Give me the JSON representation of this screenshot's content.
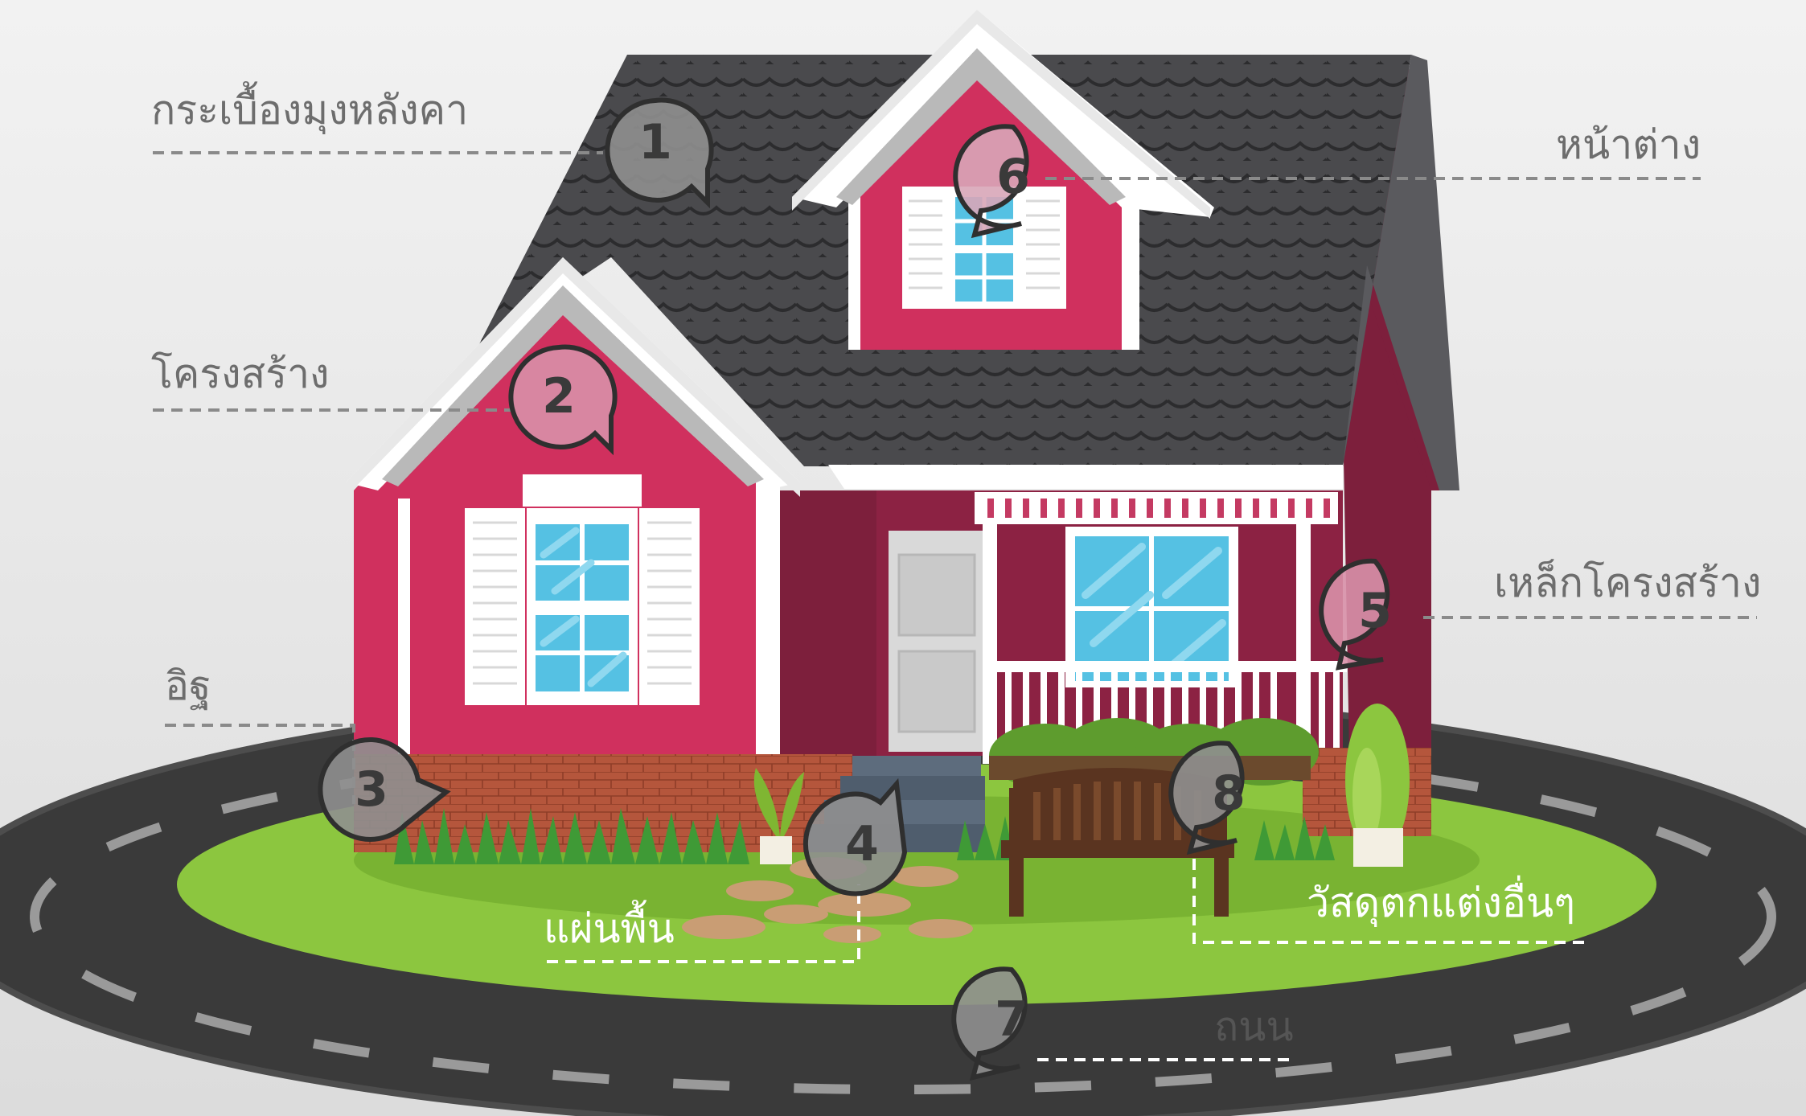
{
  "callouts": [
    {
      "number": "1",
      "label": "กระเบื้องมุงหลังคา"
    },
    {
      "number": "2",
      "label": "โครงสร้าง"
    },
    {
      "number": "3",
      "label": "อิฐ"
    },
    {
      "number": "4",
      "label": "แผ่นพื้น"
    },
    {
      "number": "5",
      "label": "เหล็กโครงสร้าง"
    },
    {
      "number": "6",
      "label": "หน้าต่าง"
    },
    {
      "number": "7",
      "label": "ถนน"
    },
    {
      "number": "8",
      "label": "วัสดุตกแต่งอื่นๆ"
    }
  ],
  "colors": {
    "background": "#efefef",
    "road": "#3a3a3a",
    "lawn": "#8cc63f",
    "wall_front": "#d0305e",
    "wall_side": "#7d1f3c",
    "roof": "#4a4a4d",
    "trim": "#ffffff",
    "glass": "#55c1e3",
    "brick": "#b5563c",
    "badge": "#8f8f8f"
  }
}
